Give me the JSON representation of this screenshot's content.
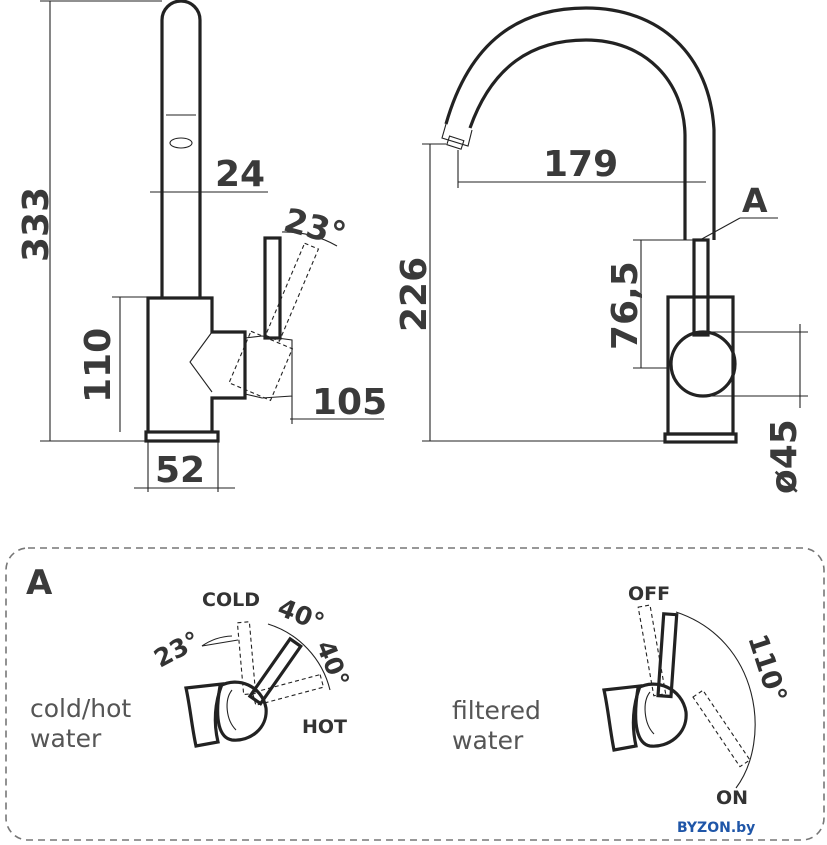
{
  "side_view": {
    "height_total": "333",
    "body_height": "110",
    "spout_diameter": "24",
    "lever_angle": "23°",
    "lever_reach": "105",
    "base_width": "52"
  },
  "front_view": {
    "spout_height": "226",
    "spout_reach": "179",
    "detail_marker": "A",
    "lever_height": "76,5",
    "base_diameter": "ø45"
  },
  "detail": {
    "title": "A",
    "left_caption_line1": "cold/hot",
    "left_caption_line2": "water",
    "cold_label": "COLD",
    "hot_label": "HOT",
    "angle_23": "23°",
    "angle_40_a": "40°",
    "angle_40_b": "40°",
    "right_caption_line1": "filtered",
    "right_caption_line2": "water",
    "off_label": "OFF",
    "on_label": "ON",
    "angle_110": "110°"
  },
  "brand": {
    "text": "BYZON.by",
    "color": "#1f56a8"
  },
  "colors": {
    "line": "#222222",
    "dimension_text": "#3a3a3a",
    "frame": "#777777"
  }
}
